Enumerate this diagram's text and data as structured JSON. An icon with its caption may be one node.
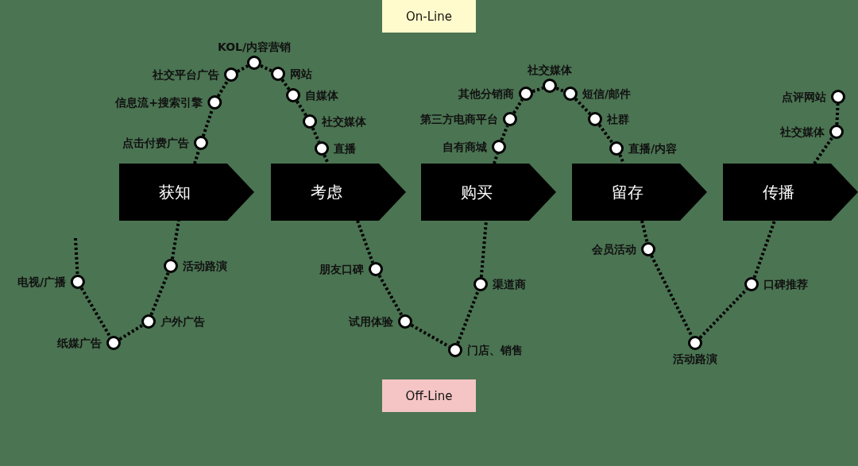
{
  "diagram": {
    "nodes": [
      {
        "text": [
          "On-Line"
        ]
      },
      {
        "text": [
          "点击付费广告"
        ]
      },
      {
        "text": [
          "信息流+搜索引擎"
        ]
      },
      {
        "text": [
          "社交平台广告"
        ]
      },
      {
        "text": [
          "KOL/内容营销"
        ]
      },
      {
        "text": [
          "网站"
        ]
      },
      {
        "text": [
          "自媒体"
        ]
      },
      {
        "text": [
          "社交媒体"
        ]
      },
      {
        "text": [
          "直播"
        ]
      },
      {
        "text": [
          "自有商城"
        ]
      },
      {
        "text": [
          "第三方电商平台"
        ]
      },
      {
        "text": [
          "其他分销商"
        ]
      },
      {
        "text": [
          "社交媒体"
        ]
      },
      {
        "text": [
          "短信/邮件"
        ]
      },
      {
        "text": [
          "社群"
        ]
      },
      {
        "text": [
          "直播/内容"
        ]
      },
      {
        "text": [
          "社交媒体"
        ]
      },
      {
        "text": [
          "点评网站"
        ]
      },
      {
        "text": [
          "获知"
        ]
      },
      {
        "text": [
          "考虑"
        ]
      },
      {
        "text": [
          "购买"
        ]
      },
      {
        "text": [
          "留存"
        ]
      },
      {
        "text": [
          "传播"
        ]
      },
      {
        "text": [
          "活动路演"
        ]
      },
      {
        "text": [
          "朋友口碑"
        ]
      },
      {
        "text": [
          "会员活动"
        ]
      },
      {
        "text": [
          "电视/广播"
        ]
      },
      {
        "text": [
          "渠道商"
        ]
      },
      {
        "text": [
          "口碑推荐"
        ]
      },
      {
        "text": [
          "户外广告"
        ]
      },
      {
        "text": [
          "试用体验"
        ]
      },
      {
        "text": [
          "纸媒广告"
        ]
      },
      {
        "text": [
          "门店、销售"
        ]
      },
      {
        "text": [
          "活动路演"
        ]
      },
      {
        "text": [
          "Off-Line"
        ]
      }
    ],
    "edges": [
      {
        "from": 18,
        "to": 1,
        "arrow": "none"
      },
      {
        "from": 1,
        "to": 2,
        "arrow": "none"
      },
      {
        "from": 2,
        "to": 3,
        "arrow": "none"
      },
      {
        "from": 3,
        "to": 4,
        "arrow": "none"
      },
      {
        "from": 4,
        "to": 5,
        "arrow": "none"
      },
      {
        "from": 5,
        "to": 6,
        "arrow": "none"
      },
      {
        "from": 6,
        "to": 7,
        "arrow": "none"
      },
      {
        "from": 7,
        "to": 8,
        "arrow": "none"
      },
      {
        "from": 8,
        "to": 19,
        "arrow": "none"
      },
      {
        "from": 20,
        "to": 9,
        "arrow": "none"
      },
      {
        "from": 9,
        "to": 10,
        "arrow": "none"
      },
      {
        "from": 10,
        "to": 11,
        "arrow": "none"
      },
      {
        "from": 11,
        "to": 12,
        "arrow": "none"
      },
      {
        "from": 12,
        "to": 13,
        "arrow": "none"
      },
      {
        "from": 13,
        "to": 14,
        "arrow": "none"
      },
      {
        "from": 14,
        "to": 15,
        "arrow": "none"
      },
      {
        "from": 15,
        "to": 21,
        "arrow": "none"
      },
      {
        "from": 22,
        "to": 16,
        "arrow": "none"
      },
      {
        "from": 16,
        "to": 17,
        "arrow": "none"
      },
      {
        "from": null,
        "to": 26,
        "arrow": "none"
      },
      {
        "from": 26,
        "to": 31,
        "arrow": "none"
      },
      {
        "from": 31,
        "to": 29,
        "arrow": "none"
      },
      {
        "from": 29,
        "to": 23,
        "arrow": "none"
      },
      {
        "from": 23,
        "to": 18,
        "arrow": "none"
      },
      {
        "from": 19,
        "to": 24,
        "arrow": "none"
      },
      {
        "from": 24,
        "to": 30,
        "arrow": "none"
      },
      {
        "from": 30,
        "to": 32,
        "arrow": "none"
      },
      {
        "from": 32,
        "to": 27,
        "arrow": "none"
      },
      {
        "from": 27,
        "to": 20,
        "arrow": "none"
      },
      {
        "from": 21,
        "to": 25,
        "arrow": "none"
      },
      {
        "from": 25,
        "to": 33,
        "arrow": "none"
      },
      {
        "from": 33,
        "to": 28,
        "arrow": "none"
      },
      {
        "from": 28,
        "to": 22,
        "arrow": "none"
      }
    ]
  }
}
